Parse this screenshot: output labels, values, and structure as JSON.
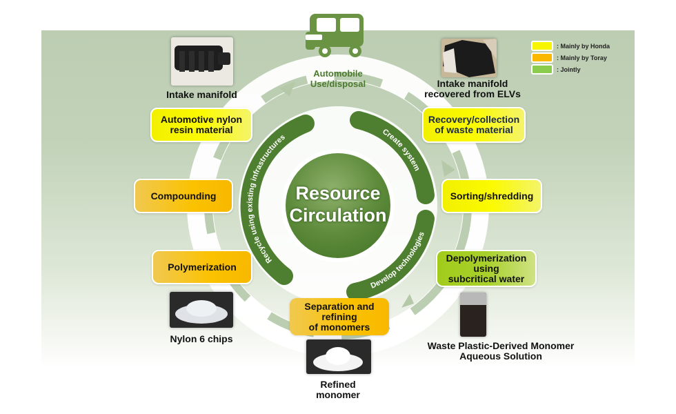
{
  "legend": {
    "items": [
      {
        "label": ": Mainly by Honda",
        "color": "#f7f500"
      },
      {
        "label": ": Mainly by Toray",
        "color": "#fbb800"
      },
      {
        "label": ": Jointly",
        "color": "#8ccc4c"
      }
    ]
  },
  "center": {
    "title_line1": "Resource",
    "title_line2": "Circulation"
  },
  "inner_arcs": {
    "left": "Recycle using existing infrastructures",
    "top_right": "Create system",
    "bottom_right": "Develop technologies"
  },
  "automobile": {
    "line1": "Automobile",
    "line2": "Use/disposal"
  },
  "steps": {
    "recovery": {
      "line1": "Recovery/collection",
      "line2": "of waste material",
      "owner": "honda"
    },
    "sorting": {
      "line1": "Sorting/shredding",
      "owner": "honda"
    },
    "depolymerization": {
      "line1": "Depolymerization",
      "line2": "using",
      "line3": "subcritical water",
      "owner": "joint"
    },
    "separation": {
      "line1": "Separation and",
      "line2": "refining",
      "line3": "of monomers",
      "owner": "toray"
    },
    "polymerization": {
      "line1": "Polymerization",
      "owner": "toray"
    },
    "compounding": {
      "line1": "Compounding",
      "owner": "toray"
    },
    "automotive_nylon": {
      "line1": "Automotive nylon",
      "line2": "resin material",
      "owner": "honda"
    }
  },
  "photos": {
    "intake_manifold": {
      "caption": "Intake manifold"
    },
    "intake_elv": {
      "caption_line1": "Intake manifold",
      "caption_line2": "recovered from ELVs"
    },
    "monomer_solution": {
      "caption_line1": "Waste Plastic-Derived Monomer",
      "caption_line2": "Aqueous Solution"
    },
    "refined_monomer": {
      "caption_line1": "Refined",
      "caption_line2": "monomer"
    },
    "nylon_chips": {
      "caption": "Nylon 6 chips"
    }
  },
  "colors": {
    "dark_green": "#4e7f30",
    "arrow_green": "#b5c9a9",
    "panel_green": "#bccdb2"
  }
}
